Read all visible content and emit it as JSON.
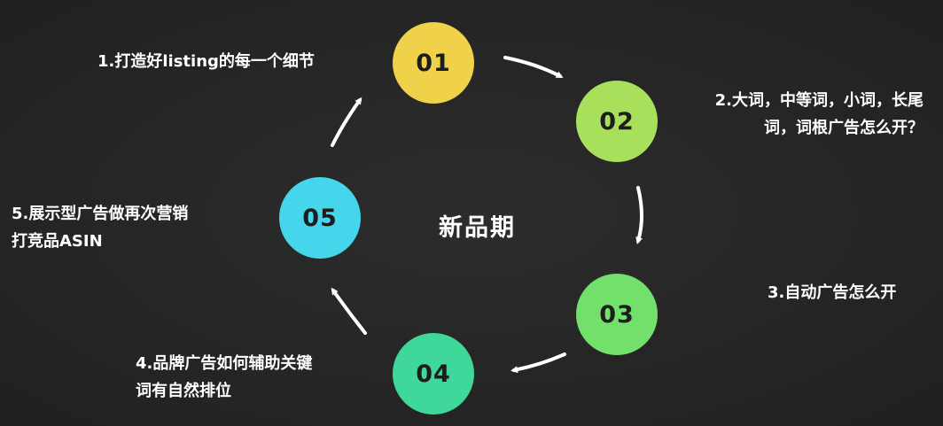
{
  "center_title": "新品期",
  "nodes": [
    {
      "label": "01",
      "color": "#f0d24a"
    },
    {
      "label": "02",
      "color": "#a8e05b"
    },
    {
      "label": "03",
      "color": "#72e06a"
    },
    {
      "label": "04",
      "color": "#3fd89a"
    },
    {
      "label": "05",
      "color": "#45d6ec"
    }
  ],
  "steps": {
    "s1": {
      "line1": "1.打造好listing的每一个细节"
    },
    "s2": {
      "line1": "2.大词，中等词，小词，长尾",
      "line2": "词，词根广告怎么开？"
    },
    "s3": {
      "line1": "3.自动广告怎么开"
    },
    "s4": {
      "line1": "4.品牌广告如何辅助关键",
      "line2": "词有自然排位"
    },
    "s5": {
      "line1": "5.展示型广告做再次营销",
      "line2": "打竞品ASIN"
    }
  },
  "colors": {
    "background": "#262626",
    "text": "#ffffff",
    "arrow": "#ffffff"
  }
}
